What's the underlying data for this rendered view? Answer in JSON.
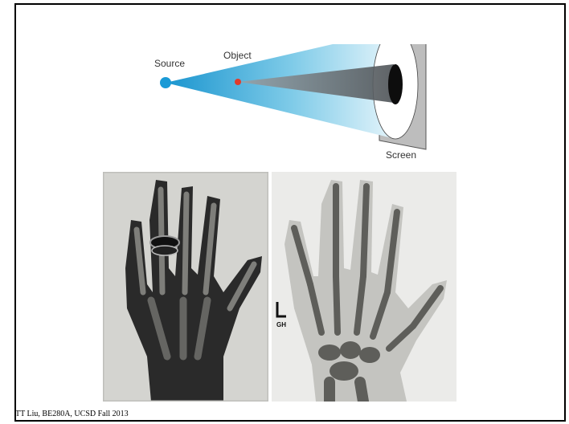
{
  "diagram": {
    "source_label": "Source",
    "object_label": "Object",
    "screen_label": "Screen"
  },
  "xray_right": {
    "marker_text": "GH"
  },
  "footer": {
    "credit": "TT Liu, BE280A, UCSD Fall 2013"
  },
  "colors": {
    "beam_light": "#d7eff8",
    "beam_dark": "#2aa5d6",
    "object_dot": "#e23b2a",
    "screen_fill": "#bdbdbd",
    "shadow_cone": "#6f7478"
  }
}
